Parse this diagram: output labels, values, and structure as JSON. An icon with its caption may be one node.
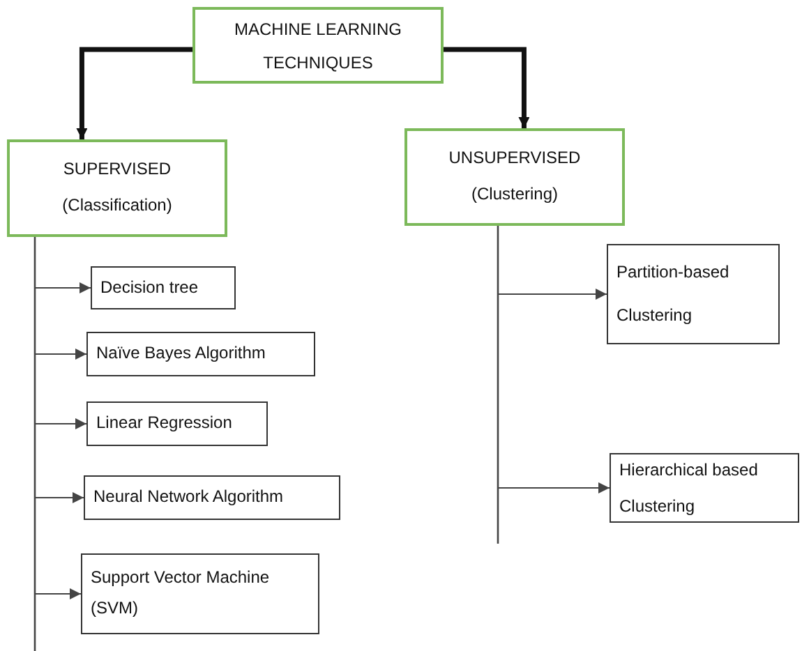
{
  "diagram": {
    "nodes": [
      {
        "text": [
          "MACHINE LEARNING TECHNIQUES"
        ]
      },
      {
        "text": [
          "SUPERVISED",
          "(Classification)"
        ]
      },
      {
        "text": [
          "UNSUPERVISED",
          "(Clustering)"
        ]
      },
      {
        "text": [
          "Decision tree"
        ]
      },
      {
        "text": [
          "Naïve Bayes Algorithm"
        ]
      },
      {
        "text": [
          "Linear Regression"
        ]
      },
      {
        "text": [
          "Neural Network Algorithm"
        ]
      },
      {
        "text": [
          "Support Vector Machine (SVM)"
        ]
      },
      {
        "text": [
          "Partition-based Clustering"
        ]
      },
      {
        "text": [
          "Hierarchical based Clustering"
        ]
      }
    ],
    "edges": [
      {
        "from": 0,
        "to": 1,
        "arrow": "to",
        "style": "thick"
      },
      {
        "from": 0,
        "to": 2,
        "arrow": "to",
        "style": "thick"
      },
      {
        "from": 1,
        "to": 3,
        "arrow": "to"
      },
      {
        "from": 1,
        "to": 4,
        "arrow": "to"
      },
      {
        "from": 1,
        "to": 5,
        "arrow": "to"
      },
      {
        "from": 1,
        "to": 6,
        "arrow": "to"
      },
      {
        "from": 1,
        "to": 7,
        "arrow": "to"
      },
      {
        "from": 2,
        "to": 8,
        "arrow": "to"
      },
      {
        "from": 2,
        "to": 9,
        "arrow": "to"
      }
    ]
  }
}
